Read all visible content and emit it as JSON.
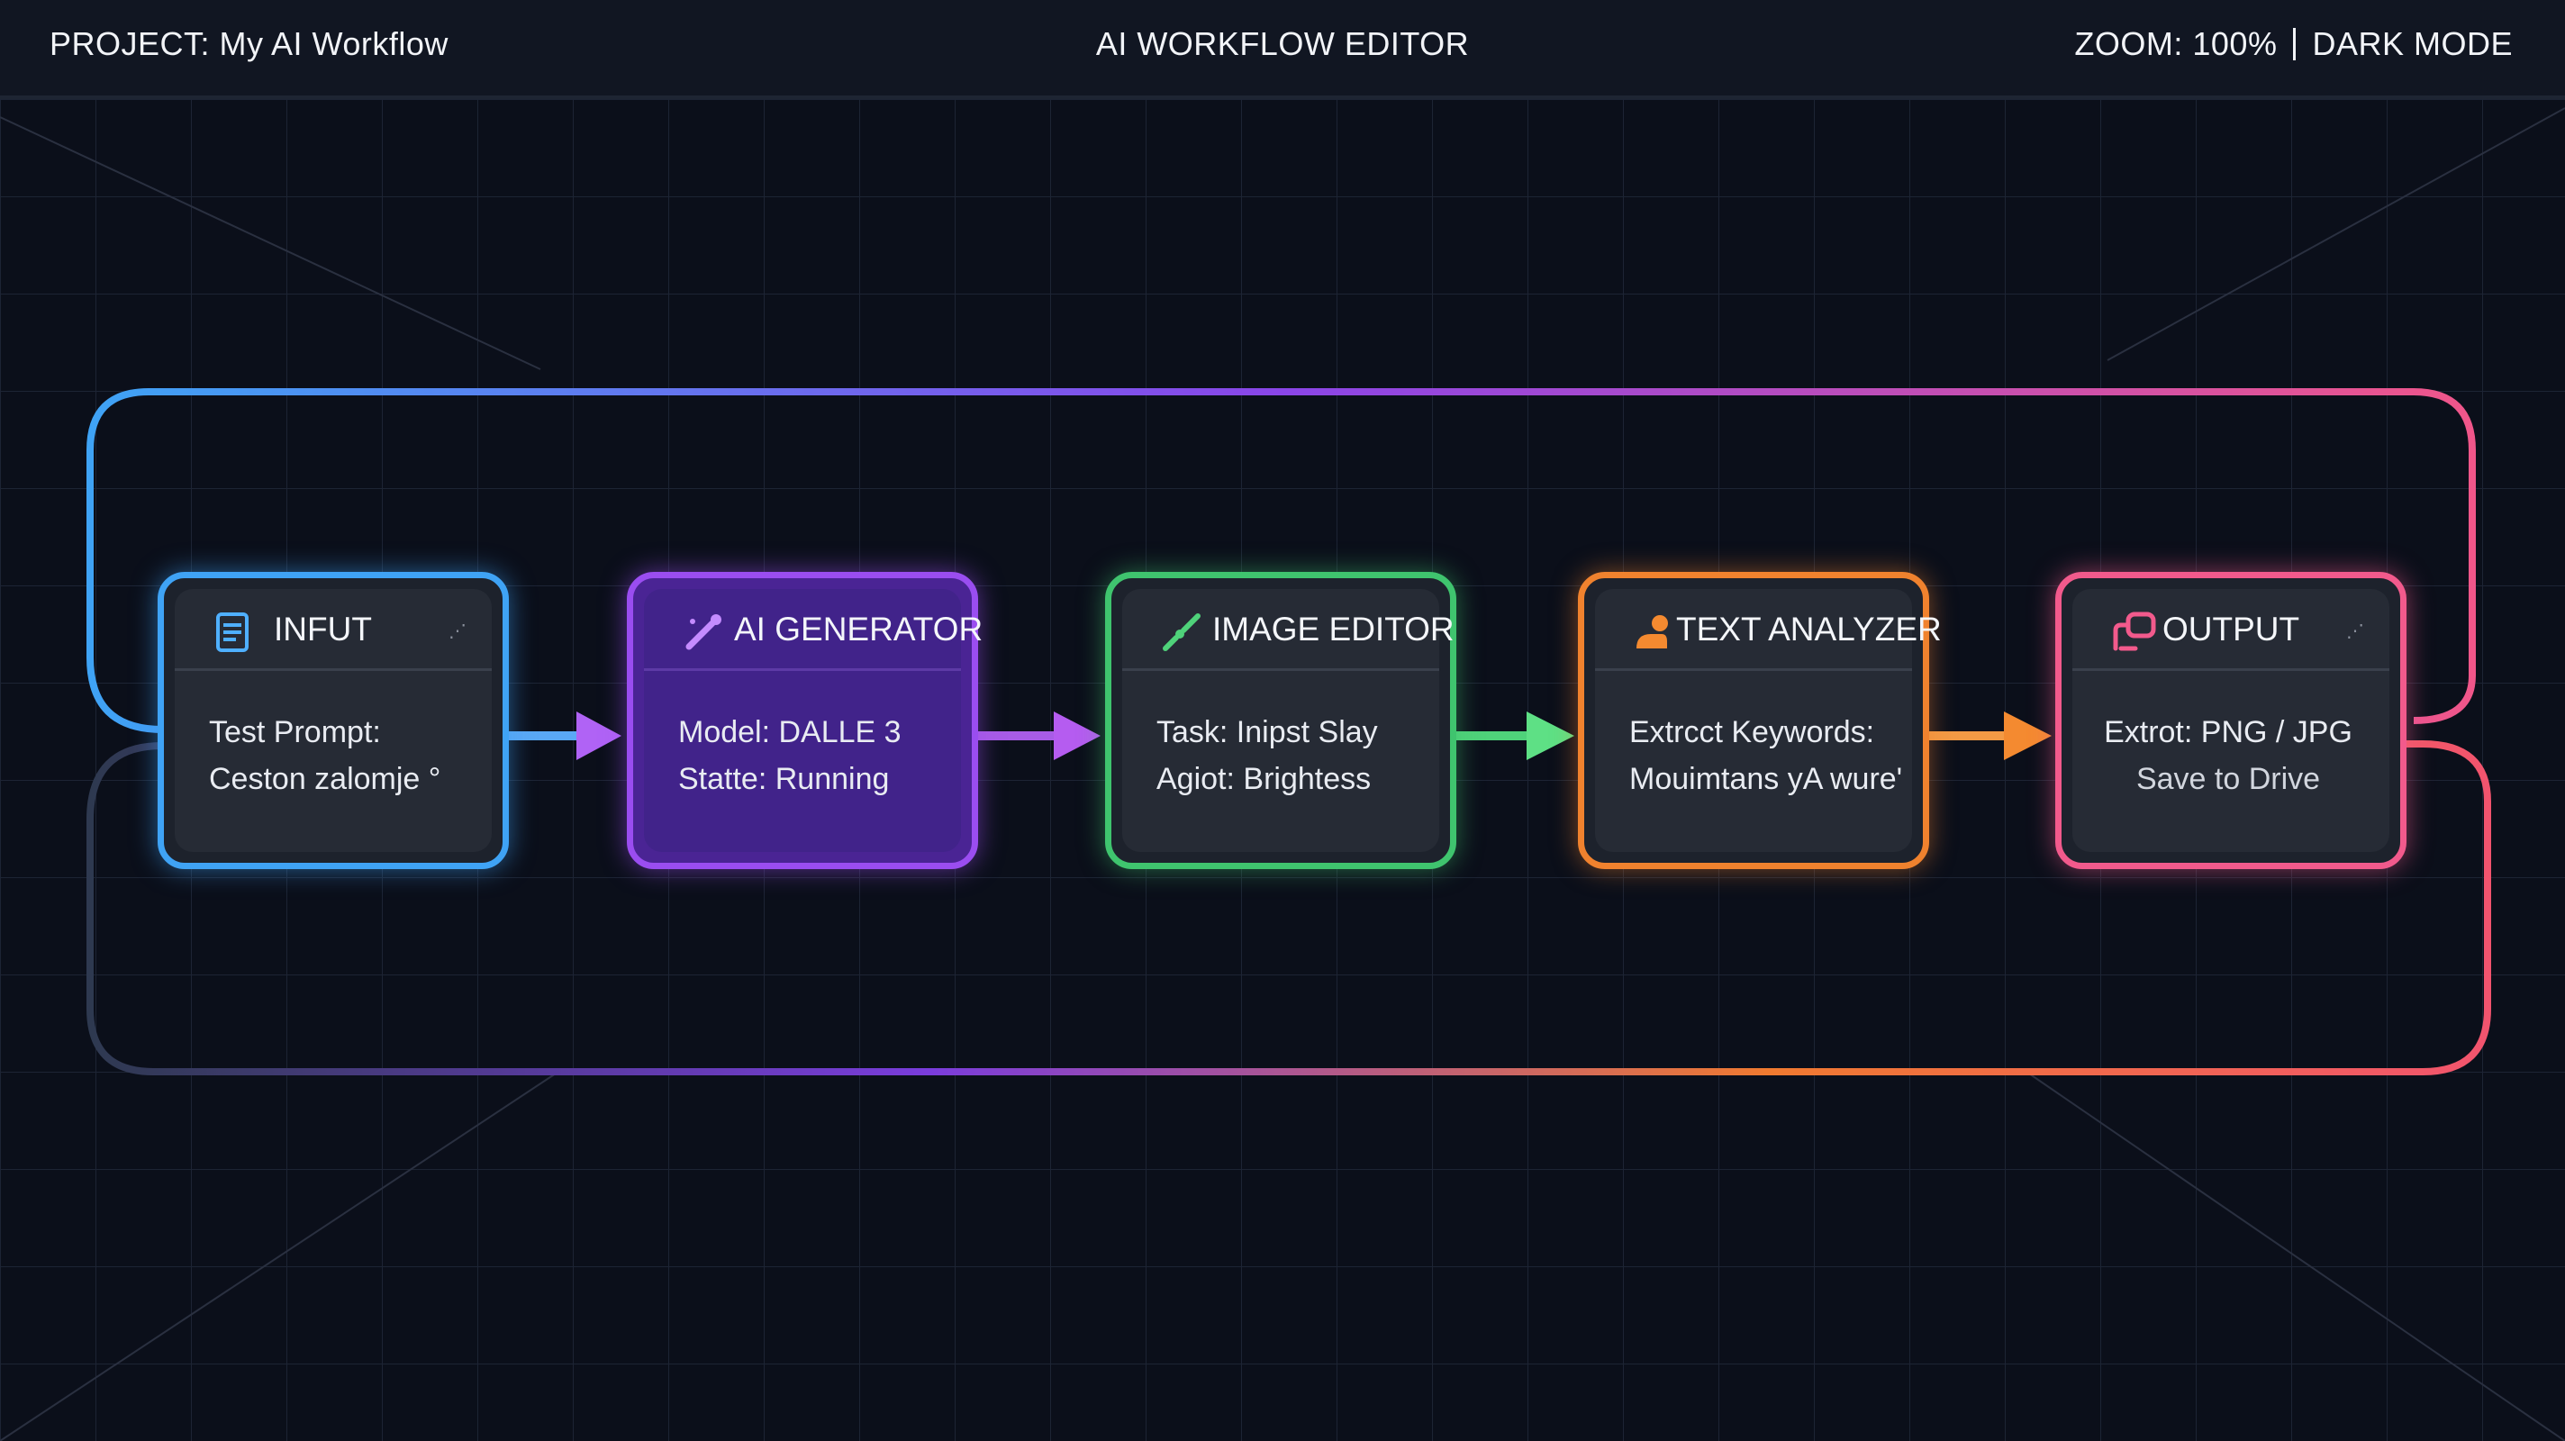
{
  "header": {
    "project": "PROJECT:  My AI Workflow",
    "title": "AI WORKFLOW EDITOR",
    "zoom": "ZOOM:  100%",
    "mode": "DARK MODE"
  },
  "nodes": [
    {
      "id": "input",
      "title": "INFUT",
      "lines": [
        "Test Prompt:",
        "Ceston zalomje  °"
      ],
      "icon": "document-icon",
      "color": "#3fa3f5"
    },
    {
      "id": "ai-generator",
      "title": "AI GENERATOR",
      "lines": [
        "Model: DALLE 3",
        "Statte: Running"
      ],
      "icon": "wand-icon",
      "color": "#9a4df0"
    },
    {
      "id": "image-editor",
      "title": "IMAGE EDITOR",
      "lines": [
        "Task: Inipst Slay",
        "Agiot: Brightess"
      ],
      "icon": "brush-icon",
      "color": "#3fc46e"
    },
    {
      "id": "text-analyzer",
      "title": "TEXT ANALYZER",
      "lines": [
        "Extrcct Keywords:",
        "Mouimtans yA wure'"
      ],
      "icon": "analyzer-icon",
      "color": "#f0822e"
    },
    {
      "id": "output",
      "title": "OUTPUT",
      "lines": [
        "Extrot: PNG / JPG",
        "Save to Drive"
      ],
      "icon": "export-icon",
      "color": "#f25a8c"
    }
  ]
}
